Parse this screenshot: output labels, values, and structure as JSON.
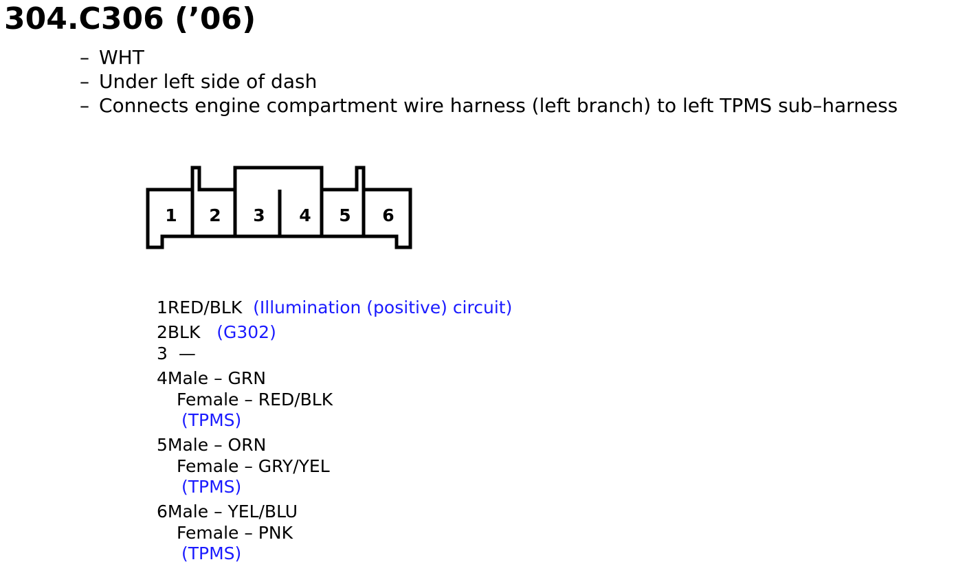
{
  "title": "304.C306 (’06)",
  "bullets": [
    "WHT",
    "Under left side of dash",
    "Connects engine compartment wire harness (left branch) to left TPMS sub–harness"
  ],
  "bullet_dash": "–",
  "connector": {
    "pins": [
      "1",
      "2",
      "3",
      "4",
      "5",
      "6"
    ]
  },
  "pins": [
    {
      "num": "1",
      "wire": "RED/BLK",
      "ref": "(Illumination (positive) circuit)"
    },
    {
      "num": "2",
      "wire": "BLK",
      "ref": "(G302)"
    },
    {
      "num": "3",
      "wire": "—"
    },
    {
      "num": "4",
      "male": "Male – GRN",
      "female": "Female – RED/BLK",
      "ref": "(TPMS)"
    },
    {
      "num": "5",
      "male": "Male – ORN",
      "female": "Female – GRY/YEL",
      "ref": "(TPMS)"
    },
    {
      "num": "6",
      "male": "Male – YEL/BLU",
      "female": "Female – PNK",
      "ref": "(TPMS)"
    }
  ],
  "colors": {
    "link": "#1a1aff",
    "text": "#000000"
  }
}
